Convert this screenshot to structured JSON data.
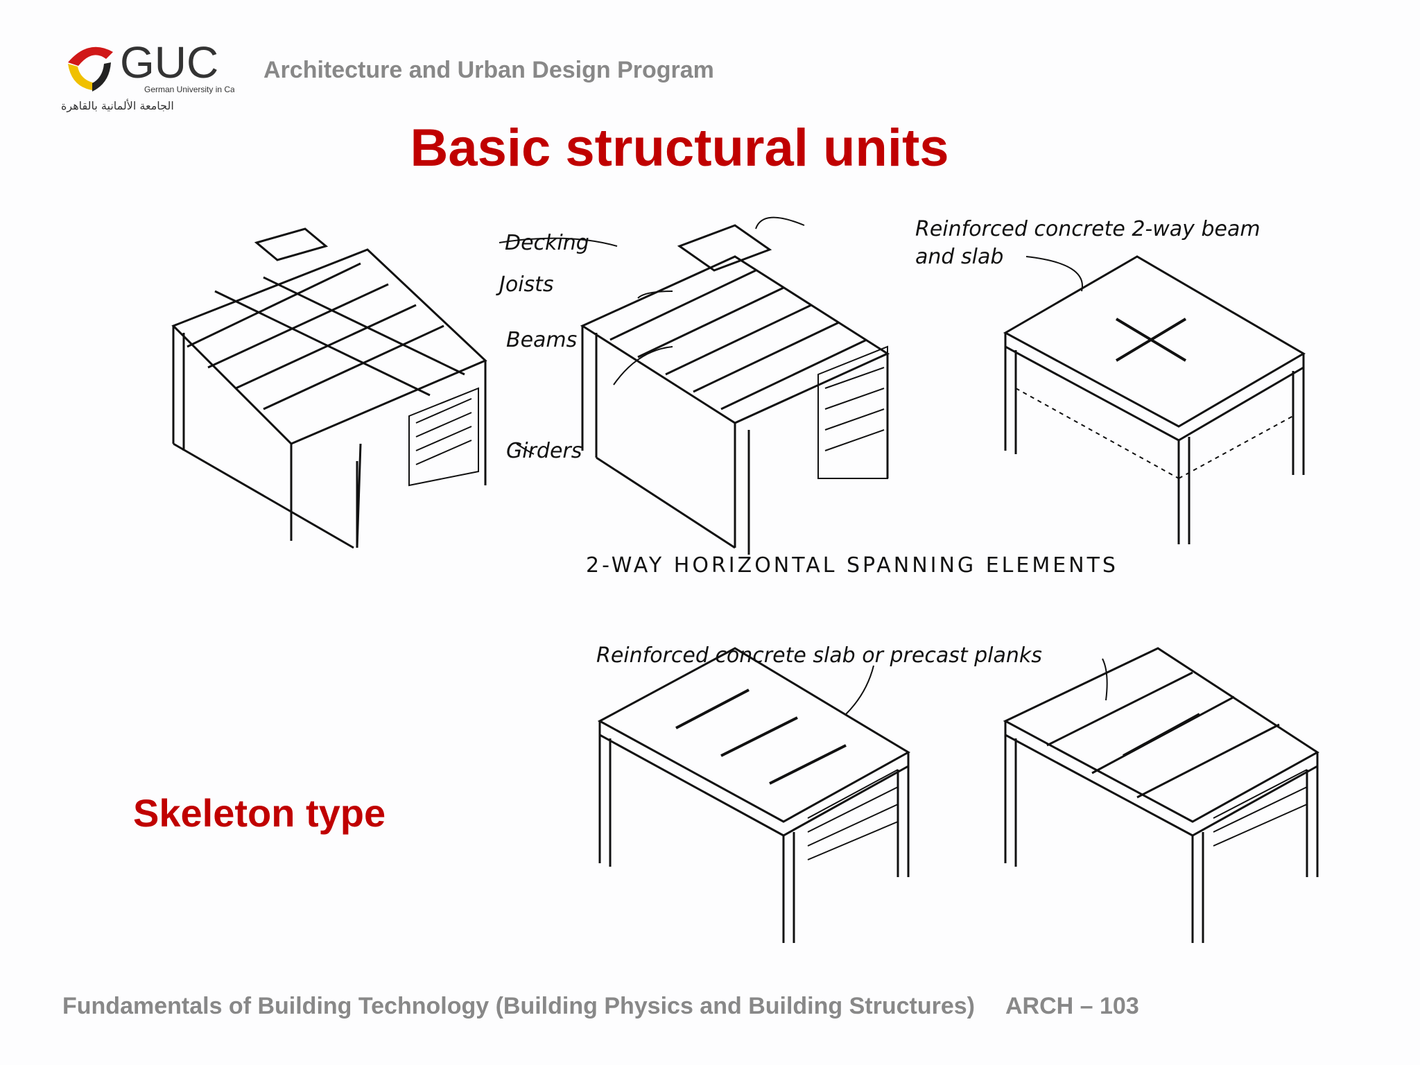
{
  "header": {
    "logo_text": "GUC",
    "logo_subtext": "German University in Cairo",
    "logo_arabic": "الجامعة الألمانية بالقاهرة",
    "program": "Architecture and Urban Design Program"
  },
  "slide": {
    "title": "Basic structural units",
    "subtitle_left": "Skeleton type"
  },
  "diagram": {
    "labels": {
      "decking": "Decking",
      "joists": "Joists",
      "beams": "Beams",
      "girders": "Girders",
      "rc_two_way": "Reinforced concrete 2-way beam",
      "rc_two_way_2": "and slab",
      "two_way_caption": "2-WAY HORIZONTAL SPANNING ELEMENTS",
      "rc_slab": "Reinforced concrete slab or precast planks"
    }
  },
  "footer": {
    "course_title": "Fundamentals of Building Technology (Building Physics and Building Structures)",
    "course_code": "ARCH – 103"
  },
  "colors": {
    "title_red": "#c00000",
    "gray_text": "#888888"
  }
}
